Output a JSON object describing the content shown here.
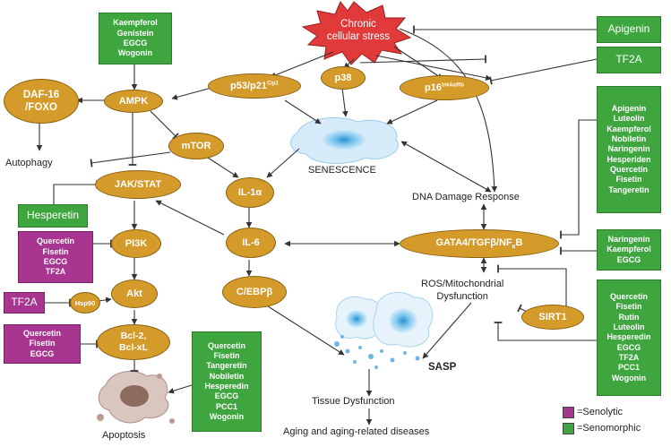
{
  "stress_label": [
    "Chronic",
    "cellular stress"
  ],
  "nodes": {
    "daf16": [
      "DAF-16",
      "/FOXO"
    ],
    "ampk": "AMPK",
    "p53": {
      "main": "p53/p21",
      "sup": "Cip1"
    },
    "p38": "p38",
    "p16": {
      "main": "p16",
      "sup": "Ink4a/Rb"
    },
    "mtor": "mTOR",
    "jakstat": "JAK/STAT",
    "il1a": "IL-1α",
    "il6": "IL-6",
    "pi3k": "PI3K",
    "akt": "Akt",
    "hsp90": "Hsp90",
    "bcl": [
      "Bcl-2,",
      "Bcl-xL"
    ],
    "cebpb": "C/EBPβ",
    "gata4": {
      "main": "GATA4/TGFβ/NF",
      "sub": "κ",
      "tail": "B"
    },
    "sirt1": "SIRT1"
  },
  "labels": {
    "autophagy": "Autophagy",
    "senescence": "SENESCENCE",
    "ddr": "DNA Damage Response",
    "ros": [
      "ROS/Mitochondrial",
      "Dysfunction"
    ],
    "sasp": "SASP",
    "tissue": "Tissue Dysfunction",
    "aging": "Aging and aging-related diseases",
    "apoptosis": "Apoptosis"
  },
  "boxes": {
    "kaempferol_group": [
      "Kaempferol",
      "Genistein",
      "EGCG",
      "Wogonin"
    ],
    "apigenin_top": [
      "Apigenin"
    ],
    "tf2a_top": [
      "TF2A"
    ],
    "right_list": [
      "Apigenin",
      "Luteolin",
      "Kaempferol",
      "Nobiletin",
      "Naringenin",
      "Hesperiden",
      "Quercetin",
      "Fisetin",
      "Tangeretin"
    ],
    "hesperetin": [
      "Hesperetin"
    ],
    "pi3k_group": [
      "Quercetin",
      "Fisetin",
      "EGCG",
      "TF2A"
    ],
    "tf2a_left": [
      "TF2A"
    ],
    "bcl_group": [
      "Quercetin",
      "Fisetin",
      "EGCG"
    ],
    "apoptosis_group": [
      "Quercetin",
      "Fisetin",
      "Tangeretin",
      "Nobiletin",
      "Hesperedin",
      "EGCG",
      "PCC1",
      "Wogonin"
    ],
    "naringenin_group": [
      "Naringenin",
      "Kaempferol",
      "EGCG"
    ],
    "sirt1_group": [
      "Quercetin",
      "Fisetin",
      "Rutin",
      "Luteolin",
      "Hesperedin",
      "EGCG",
      "TF2A",
      "PCC1",
      "Wogonin"
    ]
  },
  "legend": {
    "senolytic": "=Senolytic",
    "senomorphic": "=Senomorphic"
  },
  "colors": {
    "senolytic": "#a8358f",
    "senomorphic": "#3fa63f",
    "node": "#d49a2a",
    "stress": "#e03a3a",
    "cell": "#4fb0e0"
  }
}
